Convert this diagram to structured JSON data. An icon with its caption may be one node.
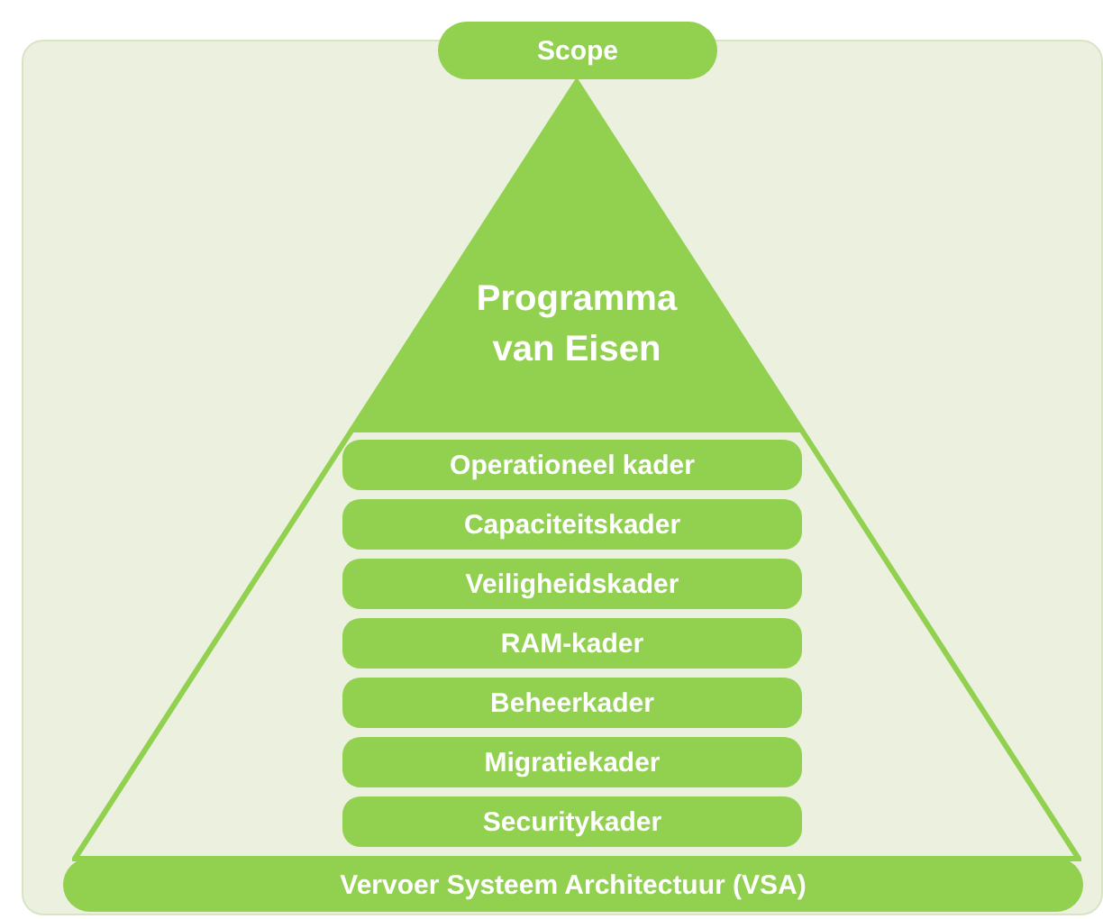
{
  "diagram": {
    "nodes": [
      {
        "text": [
          "Scope"
        ]
      },
      {
        "text": [
          "Programma van Eisen"
        ]
      },
      {
        "text": [
          "Operationeel kader"
        ],
        "in": 1
      },
      {
        "text": [
          "Capaciteitskader"
        ],
        "in": 1
      },
      {
        "text": [
          "Veiligheidskader"
        ],
        "in": 1
      },
      {
        "text": [
          "RAM-kader"
        ],
        "in": 1
      },
      {
        "text": [
          "Beheerkader"
        ],
        "in": 1
      },
      {
        "text": [
          "Migratiekader"
        ],
        "in": 1
      },
      {
        "text": [
          "Securitykader"
        ],
        "in": 1
      },
      {
        "text": [
          "Vervoer Systeem Architectuur (VSA)"
        ]
      }
    ]
  }
}
